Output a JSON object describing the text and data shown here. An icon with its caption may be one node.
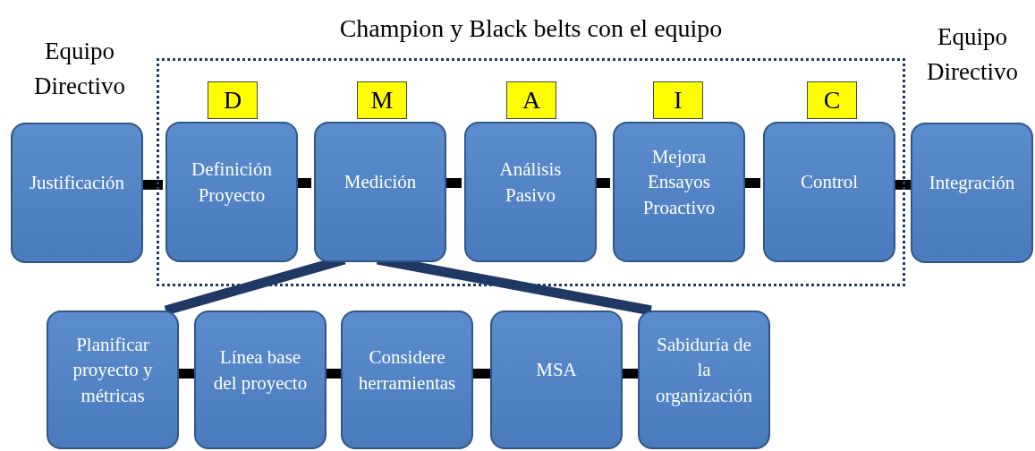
{
  "diagram": {
    "nodes": [
      {
        "text": [
          "Champion y Black belts con el equipo"
        ]
      },
      {
        "text": [
          "Justificación"
        ],
        "beside": [
          "Equipo Directivo"
        ]
      },
      {
        "text": [
          "D"
        ],
        "in": 0
      },
      {
        "text": [
          "M"
        ],
        "in": 0
      },
      {
        "text": [
          "A"
        ],
        "in": 0
      },
      {
        "text": [
          "I"
        ],
        "in": 0
      },
      {
        "text": [
          "C"
        ],
        "in": 0
      },
      {
        "text": [
          "Definición Proyecto"
        ],
        "in": 0
      },
      {
        "text": [
          "Medición"
        ],
        "in": 0
      },
      {
        "text": [
          "Análisis Pasivo"
        ],
        "in": 0
      },
      {
        "text": [
          "Mejora Ensayos Proactivo"
        ],
        "in": 0
      },
      {
        "text": [
          "Control"
        ],
        "in": 0
      },
      {
        "text": [
          "Integración"
        ],
        "beside": [
          "Equipo Directivo"
        ]
      },
      {
        "text": [
          "Planificar proyecto y métricas"
        ]
      },
      {
        "text": [
          "Línea base del proyecto"
        ]
      },
      {
        "text": [
          "Considere herramientas"
        ]
      },
      {
        "text": [
          "MSA"
        ]
      },
      {
        "text": [
          "Sabiduría de la organización"
        ]
      }
    ],
    "edges": [
      {
        "from": 1,
        "to": 7,
        "arrow": "none"
      },
      {
        "from": 7,
        "to": 8,
        "arrow": "none"
      },
      {
        "from": 8,
        "to": 9,
        "arrow": "none"
      },
      {
        "from": 9,
        "to": 10,
        "arrow": "none"
      },
      {
        "from": 10,
        "to": 11,
        "arrow": "none"
      },
      {
        "from": 11,
        "to": 12,
        "arrow": "none"
      },
      {
        "from": 13,
        "to": 14,
        "arrow": "none"
      },
      {
        "from": 14,
        "to": 15,
        "arrow": "none"
      },
      {
        "from": 15,
        "to": 16,
        "arrow": "none"
      },
      {
        "from": 16,
        "to": 17,
        "arrow": "none"
      },
      {
        "from": 8,
        "to": 13,
        "arrow": "none",
        "color": "#1f3864"
      },
      {
        "from": 8,
        "to": 17,
        "arrow": "none",
        "color": "#1f3864"
      }
    ]
  }
}
